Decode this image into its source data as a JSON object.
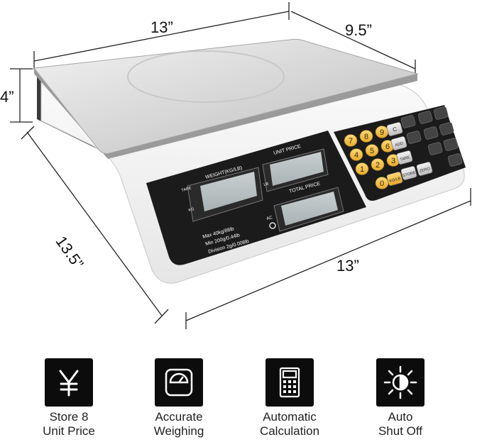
{
  "dimensions": {
    "top_width": "13”",
    "top_depth": "9.5”",
    "height": "4”",
    "base_depth": "13.5”",
    "base_width": "13”"
  },
  "display_panel": {
    "weight_label": "WEIGHT(KG/LB)",
    "unit_price_label": "UNIT PRICE",
    "total_price_label": "TOTAL PRICE",
    "tare_tag": "TARE",
    "kg_tag": "KG",
    "lb_tag": "LB",
    "ac_tag": "AC",
    "spec_max": "Max  40kg/88lb",
    "spec_min": "Min  200g/0.44lb",
    "spec_division": "Division  2g/0.008lb"
  },
  "keypad": {
    "numeric_keys": [
      "7",
      "8",
      "9",
      "4",
      "5",
      "6",
      "1",
      "2",
      "3",
      "0"
    ],
    "function_keys": [
      "C",
      "ADD",
      "TARE",
      "STORE",
      "ZERO",
      "KG/LB"
    ]
  },
  "features": [
    {
      "icon": "yen-icon",
      "line1": "Store 8",
      "line2": "Unit Price"
    },
    {
      "icon": "scale-dial-icon",
      "line1": "Accurate",
      "line2": "Weighing"
    },
    {
      "icon": "calculator-icon",
      "line1": "Automatic",
      "line2": "Calculation"
    },
    {
      "icon": "sun-half-icon",
      "line1": "Auto",
      "line2": "Shut Off"
    }
  ],
  "colors": {
    "panel_black": "#1a1a1a",
    "lcd_gray": "#b9c0c2",
    "key_yellow": "#f2c14e",
    "scale_white": "#f4f4f4"
  }
}
